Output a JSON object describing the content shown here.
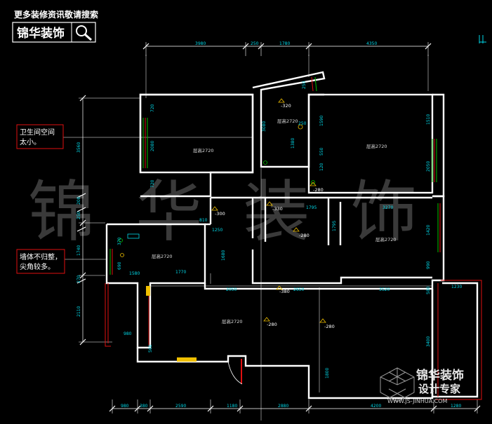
{
  "header": {
    "slogan": "更多装修资讯敬请搜索",
    "logo_text": "锦华装饰"
  },
  "watermark": {
    "big_text": "锦 华 装 饰",
    "brand_title": "锦华装饰",
    "brand_subtitle": "设计专家",
    "url": "WWW.JS-JINHUA.COM"
  },
  "annotations": [
    {
      "line1": "卫生间空间",
      "line2": "太小。"
    },
    {
      "line1": "墙体不归整，",
      "line2": "尖角较多。"
    }
  ],
  "dimensions": {
    "top": [
      "3980",
      "250",
      "1780",
      "4350"
    ],
    "bottom": [
      "980",
      "380",
      "2590",
      "1180",
      "2880",
      "4200",
      "1280"
    ],
    "left": [
      "3560",
      "1740",
      "2110"
    ],
    "misc": [
      "720",
      "2080",
      "720",
      "3080",
      "1380",
      "250",
      "1590",
      "1510",
      "2050",
      "1420",
      "990",
      "580",
      "3400",
      "1230",
      "1800",
      "2050",
      "2650",
      "3520",
      "1580",
      "1770",
      "980",
      "500",
      "810",
      "1680",
      "1250",
      "1795",
      "3270",
      "1795",
      "370",
      "690",
      "200",
      "250",
      "270",
      "120",
      "550",
      "250"
    ]
  },
  "rooms": [
    {
      "label": "层高2720"
    },
    {
      "label": "层高2720"
    },
    {
      "label": "层高2720"
    },
    {
      "label": "层高2720"
    },
    {
      "label": "层高2720"
    },
    {
      "label": "层高2720"
    }
  ],
  "levels": [
    "-320",
    "-280",
    "-300",
    "-330",
    "-280",
    "-280",
    "-380",
    "-280"
  ]
}
